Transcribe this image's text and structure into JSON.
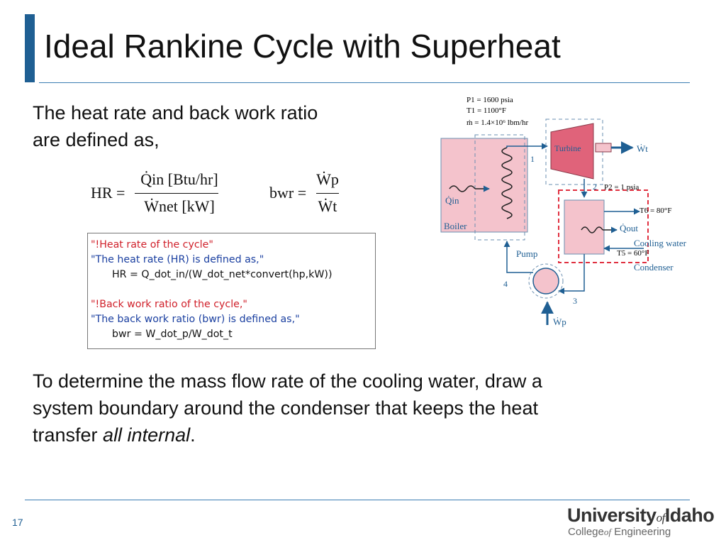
{
  "title": "Ideal Rankine Cycle with Superheat",
  "intro": {
    "line1": "The heat rate and back work ratio",
    "line2": "are defined as,"
  },
  "equations": {
    "hr_lhs": "HR =",
    "hr_num": "Q̇in [Btu/hr]",
    "hr_den": "Ẇnet [kW]",
    "bwr_lhs": "bwr =",
    "bwr_num": "Ẇp",
    "bwr_den": "Ẇt"
  },
  "code_lines": [
    {
      "text": "\"!Heat rate of the cycle\"",
      "style": "red"
    },
    {
      "text": "\"The heat rate (HR) is defined as,\"",
      "style": "blue"
    },
    {
      "text": "HR = Q_dot_in/(W_dot_net*convert(hp,kW))",
      "style": "black"
    },
    {
      "text": " ",
      "style": "blank"
    },
    {
      "text": "\"!Back work ratio of the cycle,\"",
      "style": "red"
    },
    {
      "text": "\"The back work ratio (bwr) is defined as,\"",
      "style": "blue"
    },
    {
      "text": "bwr = W_dot_p/W_dot_t",
      "style": "black"
    }
  ],
  "diagram": {
    "p1": "P1 = 1600 psia",
    "t1": "T1 = 1100°F",
    "mdot": "ṁ = 1.4×10⁶ lbm/hr",
    "turbine": "Turbine",
    "wt": "Ẇt",
    "boiler": "Boiler",
    "qin": "Q̇in",
    "p2": "P2 = 1 psia",
    "t6": "T6 = 80°F",
    "qout": "Q̇out",
    "cooling_water": "Cooling water",
    "t5": "T5 = 60°F",
    "condenser": "Condenser",
    "pump": "Pump",
    "wp": "Ẇp",
    "state1": "1",
    "state2": "2",
    "state3": "3",
    "state4": "4"
  },
  "para2": {
    "line1": "To determine the mass flow rate of the cooling water, draw a",
    "line2": "system boundary around the condenser that keeps the heat",
    "line3_pre": "transfer ",
    "line3_em": "all internal",
    "line3_post": "."
  },
  "footer": {
    "page": "17",
    "logo_a": "University",
    "logo_of": "of",
    "logo_b": "Idaho",
    "sub_a": "College",
    "sub_of": "of",
    "sub_b": " Engineering"
  },
  "colors": {
    "accent": "#1f5f93",
    "red": "#d0202a",
    "blue": "#1a3fa0",
    "pink": "#f4c3cc"
  }
}
